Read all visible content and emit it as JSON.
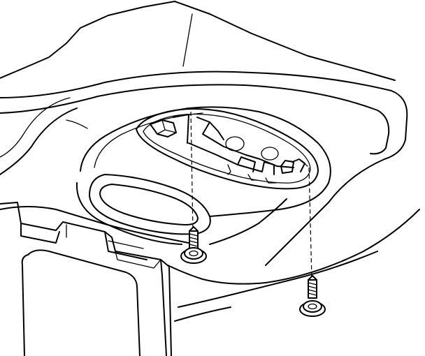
{
  "diagram": {
    "type": "line-drawing",
    "components": [
      {
        "id": "headliner",
        "icon": "headliner-panel-icon"
      },
      {
        "id": "console-opening",
        "icon": "console-opening-icon"
      },
      {
        "id": "console-bracket",
        "icon": "console-bracket-icon"
      },
      {
        "id": "interior-trim",
        "icon": "interior-trim-icon"
      },
      {
        "id": "fastener-left",
        "icon": "screw-icon"
      },
      {
        "id": "fastener-right",
        "icon": "screw-icon"
      }
    ],
    "colors": {
      "stroke": "#000000",
      "background": "#ffffff"
    }
  }
}
